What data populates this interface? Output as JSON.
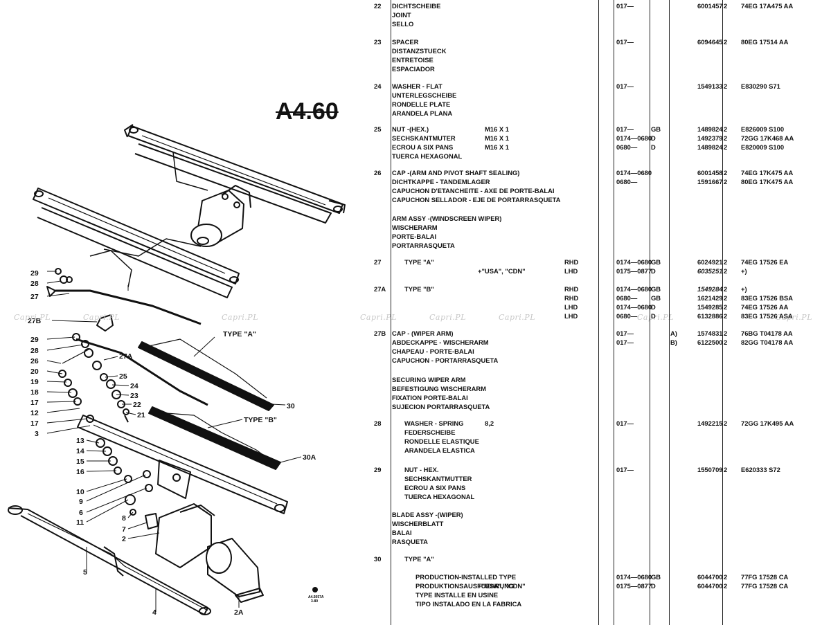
{
  "page_code": "A4.60",
  "watermark_text": "Capri.PL",
  "diagram": {
    "labels": [
      "29",
      "28",
      "27",
      "27B",
      "TYPE \"A\"",
      "29",
      "28",
      "26",
      "20",
      "19",
      "18",
      "17",
      "12",
      "17",
      "3",
      "27A",
      "25",
      "24",
      "23",
      "22",
      "21",
      "30",
      "TYPE \"B\"",
      "30A",
      "13",
      "14",
      "15",
      "16",
      "10",
      "9",
      "6",
      "11",
      "8",
      "7",
      "2",
      "5",
      "4",
      "2A"
    ],
    "footnote": [
      "A4.5057A",
      "3-80"
    ]
  },
  "rows": [
    {
      "ref": "22",
      "desc": [
        "DICHTSCHEIBE",
        "JOINT",
        "SELLO"
      ],
      "date": [
        "017—"
      ],
      "pn": [
        "6001457"
      ],
      "qty": [
        "2"
      ],
      "eng": [
        "74EG 17A475 AA"
      ]
    },
    {
      "ref": "23",
      "desc": [
        "SPACER",
        "DISTANZSTUECK",
        "ENTRETOISE",
        "ESPACIADOR"
      ],
      "date": [
        "017—"
      ],
      "pn": [
        "6094645"
      ],
      "qty": [
        "2"
      ],
      "eng": [
        "80EG 17514 AA"
      ]
    },
    {
      "ref": "24",
      "desc": [
        "WASHER - FLAT",
        "UNTERLEGSCHEIBE",
        "RONDELLE PLATE",
        "ARANDELA PLANA"
      ],
      "date": [
        "017—"
      ],
      "pn": [
        "1549133"
      ],
      "qty": [
        "2"
      ],
      "eng": [
        "E830290 S71"
      ]
    },
    {
      "ref": "25",
      "desc": [
        "NUT -(HEX.)",
        "SECHSKANTMUTER",
        "ECROU A SIX PANS",
        "TUERCA HEXAGONAL"
      ],
      "spec": [
        "M16 X 1",
        "M16 X 1",
        "M16 X 1"
      ],
      "date": [
        "017—",
        "0174—0680",
        "0680—"
      ],
      "mkt": [
        "GB",
        "D",
        "D"
      ],
      "pn": [
        "1489824",
        "1492379",
        "1489824"
      ],
      "qty": [
        "2",
        "2",
        "2"
      ],
      "eng": [
        "E826009 S100",
        "72GG 17K468 AA",
        "E820009 S100"
      ]
    },
    {
      "ref": "26",
      "desc": [
        "CAP -(ARM AND PIVOT SHAFT SEALING)",
        "DICHTKAPPE - TANDEMLAGER",
        "CAPUCHON D'ETANCHEITE - AXE DE PORTE-BALAI",
        "CAPUCHON SELLADOR - EJE DE PORTARRASQUETA"
      ],
      "date": [
        "0174—0680",
        "0680—"
      ],
      "pn": [
        "6001458",
        "1591667"
      ],
      "qty": [
        "2",
        "2"
      ],
      "eng": [
        "74EG 17K475 AA",
        "80EG 17K475 AA"
      ]
    },
    {
      "ref": "",
      "desc": [
        "ARM ASSY -(WINDSCREEN WIPER)",
        "WISCHERARM",
        "PORTE-BALAI",
        "PORTARRASQUETA"
      ]
    },
    {
      "ref": "27",
      "descI": [
        "TYPE \"A\""
      ],
      "qual": [
        "",
        "+\"USA\", \"CDN\""
      ],
      "side": [
        "RHD",
        "LHD"
      ],
      "date": [
        "0174—0680",
        "0175—0877"
      ],
      "mkt": [
        "GB",
        "D"
      ],
      "pn": [
        "6024921",
        "6035251"
      ],
      "pnItalic": [
        false,
        true
      ],
      "qty": [
        "2",
        "2"
      ],
      "eng": [
        "74EG 17526 EA",
        "+)"
      ]
    },
    {
      "ref": "27A",
      "descI": [
        "TYPE \"B\""
      ],
      "side": [
        "RHD",
        "RHD",
        "LHD",
        "LHD"
      ],
      "date": [
        "0174—0680",
        "0680—",
        "0174—0680",
        "0680—"
      ],
      "mkt": [
        "GB",
        "GB",
        "D",
        "D"
      ],
      "pn": [
        "1549284",
        "1621429",
        "1549285",
        "6132886"
      ],
      "pnItalic": [
        true,
        false,
        false,
        false
      ],
      "qty": [
        "2",
        "2",
        "2",
        "2"
      ],
      "eng": [
        "+)",
        "83EG 17526 BSA",
        "74EG 17526 AA",
        "83EG 17526 ASA"
      ]
    },
    {
      "ref": "27B",
      "desc": [
        "CAP - (WIPER ARM)",
        "ABDECKAPPE - WISCHERARM",
        "CHAPEAU - PORTE-BALAI",
        "CAPUCHON - PORTARRASQUETA"
      ],
      "date": [
        "017—",
        "017—"
      ],
      "note": [
        "A)",
        "B)"
      ],
      "pn": [
        "1574831",
        "6122500"
      ],
      "qty": [
        "2",
        "2"
      ],
      "eng": [
        "76BG T04178 AA",
        "82GG T04178 AA"
      ]
    },
    {
      "ref": "",
      "desc": [
        "SECURING WIPER ARM",
        "BEFESTIGUNG WISCHERARM",
        "FIXATION PORTE-BALAI",
        "SUJECION PORTARRASQUETA"
      ]
    },
    {
      "ref": "28",
      "descI": [
        "WASHER - SPRING",
        "FEDERSCHEIBE",
        "RONDELLE ELASTIQUE",
        "ARANDELA ELASTICA"
      ],
      "spec": [
        "8,2"
      ],
      "date": [
        "017—"
      ],
      "pn": [
        "1492215"
      ],
      "qty": [
        "2"
      ],
      "eng": [
        "72GG 17K495 AA"
      ]
    },
    {
      "ref": "29",
      "descI": [
        "NUT - HEX.",
        "SECHSKANTMUTTER",
        "ECROU A SIX PANS",
        "TUERCA HEXAGONAL"
      ],
      "date": [
        "017—"
      ],
      "pn": [
        "1550709"
      ],
      "qty": [
        "2"
      ],
      "eng": [
        "E620333 S72"
      ]
    },
    {
      "ref": "",
      "desc": [
        "BLADE ASSY -(WIPER)",
        "WISCHERBLATT",
        "BALAI",
        "RASQUETA"
      ]
    },
    {
      "ref": "30",
      "descI": [
        "TYPE \"A\""
      ]
    },
    {
      "ref": "",
      "descII": [
        "PRODUCTION-INSTALLED TYPE",
        "PRODUKTIONSAUSFUEHRUNG",
        "TYPE INSTALLE EN USINE",
        "TIPO INSTALADO EN LA FABRICA"
      ],
      "qual": [
        "",
        "+\"USA\", \"CDN\""
      ],
      "date": [
        "0174—0680",
        "0175—0877"
      ],
      "mkt": [
        "GB",
        "D"
      ],
      "pn": [
        "6044700",
        "6044700"
      ],
      "qty": [
        "2",
        "2"
      ],
      "eng": [
        "77FG 17528 CA",
        "77FG 17528 CA"
      ]
    }
  ]
}
